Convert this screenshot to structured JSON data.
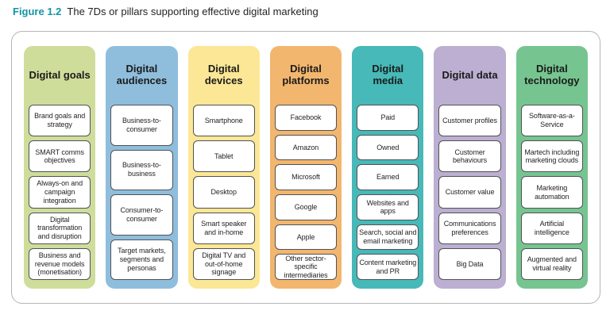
{
  "figure": {
    "label": "Figure 1.2",
    "title": "The 7Ds or pillars supporting effective digital marketing"
  },
  "colors": {
    "accent_teal": "#1295a4",
    "frame_border": "#b5b5b5",
    "box_border": "#515256",
    "text_dark": "#231f20"
  },
  "columns": [
    {
      "id": "goals",
      "label": "Digital goals",
      "color": "#cfdd9b",
      "items": [
        "Brand goals and strategy",
        "SMART comms objectives",
        "Always-on and campaign integration",
        "Digital transformation and disruption",
        "Business and revenue models (monetisation)"
      ]
    },
    {
      "id": "audiences",
      "label": "Digital audiences",
      "color": "#8fbedd",
      "items": [
        "Business-to-consumer",
        "Business-to-business",
        "Consumer-to-consumer",
        "Target markets, segments and personas"
      ]
    },
    {
      "id": "devices",
      "label": "Digital devices",
      "color": "#fbe795",
      "items": [
        "Smartphone",
        "Tablet",
        "Desktop",
        "Smart speaker and in-home",
        "Digital TV and out-of-home signage"
      ]
    },
    {
      "id": "platforms",
      "label": "Digital platforms",
      "color": "#f2b66e",
      "items": [
        "Facebook",
        "Amazon",
        "Microsoft",
        "Google",
        "Apple",
        "Other sector-specific intermediaries"
      ]
    },
    {
      "id": "media",
      "label": "Digital media",
      "color": "#46b9b8",
      "items": [
        "Paid",
        "Owned",
        "Earned",
        "Websites and apps",
        "Search, social and email marketing",
        "Content marketing and PR"
      ]
    },
    {
      "id": "data",
      "label": "Digital data",
      "color": "#bcafd1",
      "items": [
        "Customer profiles",
        "Customer behaviours",
        "Customer value",
        "Communications preferences",
        "Big Data"
      ]
    },
    {
      "id": "technology",
      "label": "Digital technology",
      "color": "#76c590",
      "items": [
        "Software-as-a-Service",
        "Martech including marketing clouds",
        "Marketing automation",
        "Artificial intelligence",
        "Augmented and virtual reality"
      ]
    }
  ]
}
